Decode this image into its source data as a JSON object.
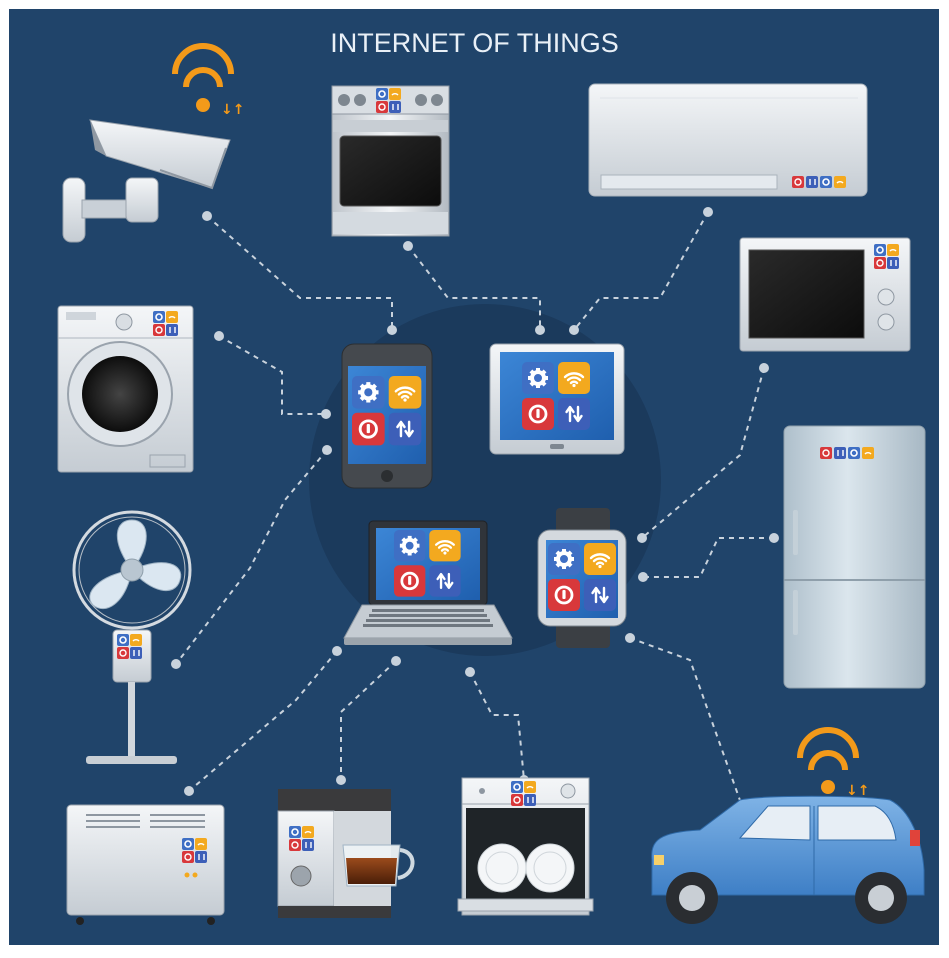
{
  "title": "INTERNET OF THINGS",
  "colors": {
    "background": "#20446a",
    "hub_circle": "#1b3a5c",
    "connector": "#c8d2dc",
    "settings_tile": "#3f6fc4",
    "wifi_tile": "#f3a91f",
    "power_tile": "#d8383b",
    "transfer_tile": "#3d5fb8",
    "car_body": "#5797d8",
    "wifi_signal": "#f39a1a"
  },
  "icons": {
    "settings": "gear-icon",
    "wifi": "wifi-icon",
    "power": "power-icon",
    "transfer": "up-down-arrows-icon"
  },
  "hub_devices": [
    "smartphone",
    "tablet",
    "laptop",
    "smartwatch"
  ],
  "connected_devices": [
    "security-camera",
    "oven",
    "air-conditioner",
    "microwave",
    "washing-machine",
    "refrigerator",
    "fan",
    "heater",
    "coffee-machine",
    "dishwasher",
    "car"
  ]
}
